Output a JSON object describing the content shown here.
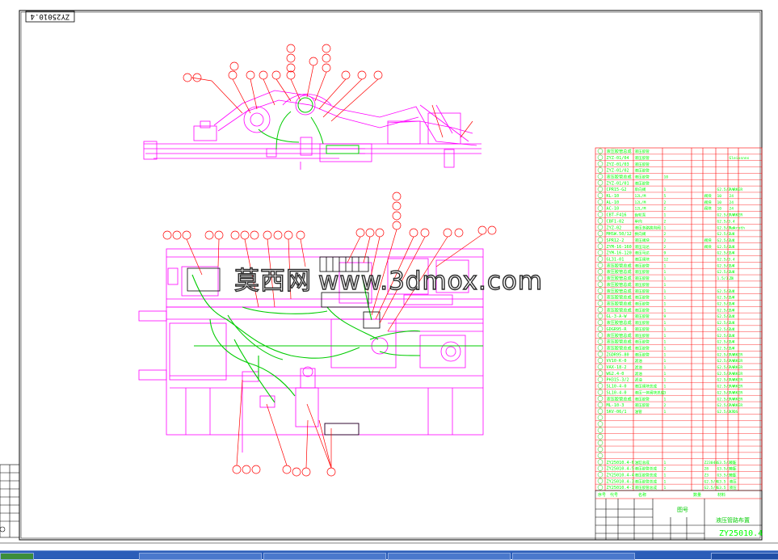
{
  "drawing": {
    "number_top": "ZY25010.4",
    "number_bottom": "ZY25010.4",
    "title_block_label": "图号",
    "title_block_name": "液压管路布置",
    "bottom_col_labels": [
      "序号",
      "代号",
      "名称",
      "数量",
      "材料"
    ]
  },
  "watermark": {
    "cn": "莫西网",
    "url": "www.3dmox.com"
  },
  "colors": {
    "outline": "#ff00ff",
    "text": "#00ff00",
    "table": "#ff0000",
    "callout": "#ff0000",
    "hose": "#00cc00",
    "background": "#ffffff"
  },
  "parts_table": {
    "rows": [
      [
        "28",
        "液压胶管总成",
        "液压胶管",
        "",
        "",
        "",
        "",
        ""
      ],
      [
        "27",
        "ZYZ-01/04",
        "液压胶管",
        "",
        "",
        "",
        "",
        "Gleixsnns"
      ],
      [
        "26",
        "ZYZ-01/03",
        "液压胶管",
        "",
        "",
        "",
        "",
        ""
      ],
      [
        "25",
        "ZYZ-01/02",
        "液压胶管",
        "",
        "",
        "",
        "",
        ""
      ],
      [
        "24",
        "液压胶管总成",
        "液压胶管",
        "10",
        "",
        "",
        "",
        ""
      ],
      [
        "23",
        "ZYZ-01/01",
        "液压胶管",
        "",
        "",
        "",
        "",
        ""
      ],
      [
        "22",
        "CPR15-G2",
        "单向阀",
        "1",
        "",
        "",
        "G2.5/3.4",
        "PARKER"
      ],
      [
        "21",
        "KL-10",
        "12L/M",
        "5",
        "",
        "阀块",
        "10",
        "24"
      ],
      [
        "20",
        "AL-10",
        "12L/M",
        "2",
        "",
        "阀块",
        "10",
        "24"
      ],
      [
        "19",
        "AC-10",
        "12L/M",
        "2",
        "",
        "阀块",
        "10",
        "24"
      ],
      [
        "18",
        "CBT-F416",
        "齿轮泵",
        "1",
        "",
        "",
        "G2.5/3.4",
        "PARKER"
      ],
      [
        "17",
        "CBF1-02",
        "单向",
        "2",
        "",
        "",
        "G2.5/3.4",
        ""
      ],
      [
        "16",
        "ZYZ-02",
        "液压多路换向阀",
        "1",
        "",
        "",
        "G2.5/3.4",
        "Rexroth"
      ],
      [
        "15",
        "MHSW.50/12",
        "换向阀",
        "2",
        "",
        "",
        "G2.5/3.4",
        "24"
      ],
      [
        "14",
        "SPR12-2",
        "液压阀块",
        "2",
        "",
        "阀块",
        "G2.5/3.4",
        "24"
      ],
      [
        "13",
        "ZYM-16-160",
        "液压马达",
        "2",
        "",
        "阀块",
        "G2.5/3.4",
        "24"
      ],
      [
        "12",
        "ZYM-16-120",
        "液压马达",
        "9",
        "",
        "",
        "G2.5/3.4",
        "24"
      ],
      [
        "11",
        "GL31-01",
        "液压阀块",
        "12",
        "",
        "",
        "G2.5/3.4",
        ""
      ],
      [
        "10",
        "液压胶管总成",
        "液压胶管",
        "1",
        "",
        "",
        "G2.5/3.4",
        "24"
      ],
      [
        "9",
        "液压胶管总成",
        "液压胶管",
        "1",
        "",
        "",
        "G2.5/3.4",
        "24"
      ],
      [
        "8",
        "液压胶管总成",
        "液压胶管",
        "1",
        "",
        "",
        "1.5/1.5",
        "24"
      ],
      [
        "7",
        "液压胶管总成",
        "液压胶管",
        "1",
        "",
        "",
        "",
        ""
      ],
      [
        "6",
        "液压胶管总成",
        "液压胶管",
        "1",
        "",
        "",
        "G2.5/3.4",
        "24"
      ],
      [
        "5",
        "液压胶管总成",
        "液压胶管",
        "1",
        "",
        "",
        "G2.5/3.4",
        "24"
      ],
      [
        "4",
        "液压胶管总成",
        "液压胶管",
        "1",
        "",
        "",
        "G2.5/3.4",
        "24"
      ],
      [
        "3",
        "液压胶管总成",
        "液压胶管",
        "1",
        "",
        "",
        "G2.5/3.4",
        "24"
      ],
      [
        "2",
        "GL-3-A-W",
        "液压胶管",
        "9",
        "",
        "",
        "G2.5/3.4",
        "24"
      ],
      [
        "1",
        "液压胶管总成",
        "液压胶管",
        "1",
        "",
        "",
        "G2.5/3.4",
        "24"
      ],
      [
        "29",
        "GDGR95-R",
        "液压胶管",
        "1",
        "",
        "",
        "G2.5/3.4",
        "24"
      ],
      [
        "30",
        "液压胶管总成",
        "液压胶管",
        "1",
        "",
        "",
        "G2.5/3.4",
        "24"
      ],
      [
        "31",
        "液压胶管总成",
        "液压胶管",
        "1",
        "",
        "",
        "G2.5/3.4",
        "24"
      ],
      [
        "32",
        "液压胶管总成",
        "液压胶管",
        "1",
        "",
        "",
        "G2.5/3.4",
        "24"
      ],
      [
        "33",
        "ZGDR95-80",
        "液压胶管",
        "1",
        "",
        "",
        "G2.5/3.4",
        "PARKER"
      ],
      [
        "34",
        "VV10-K-0",
        "滤油",
        "1",
        "",
        "",
        "G2.5/3.4",
        "PARKER"
      ],
      [
        "35",
        "VAX-18-2",
        "滤油",
        "1",
        "",
        "",
        "G2.5/3.4",
        "PARKER"
      ],
      [
        "36",
        "WG2.4-0",
        "滤油",
        "1",
        "",
        "",
        "G2.5/3.4",
        "PARKER"
      ],
      [
        "37",
        "PH315-3/2",
        "滤油",
        "1",
        "",
        "",
        "G2.5/3.4",
        "PARKER"
      ],
      [
        "38",
        "SL10-4-0",
        "液压阀块总成",
        "1",
        "",
        "",
        "G2.5/3.4",
        "PARKER"
      ],
      [
        "39",
        "SL10-4-0",
        "液压一体阀块总成",
        "3",
        "",
        "",
        "G2.5/3.4",
        "PARKER"
      ],
      [
        "40",
        "液压胶管总成",
        "液压胶管",
        "1",
        "",
        "",
        "G2.5/3.4",
        "PARKER"
      ],
      [
        "41",
        "ML-10-3",
        "液压胶管",
        "2",
        "",
        "",
        "G2.5/3.4",
        "PARKER"
      ],
      [
        "42",
        "SKV-06/1",
        "油管",
        "1",
        "",
        "",
        "G2.5/3.4",
        "ATOS"
      ],
      [
        "43",
        "",
        "",
        "",
        "",
        "",
        "",
        ""
      ],
      [
        "44",
        "",
        "",
        "",
        "",
        "",
        "",
        ""
      ],
      [
        "45",
        "",
        "",
        "",
        "",
        "",
        "",
        ""
      ],
      [
        "46",
        "",
        "",
        "",
        "",
        "",
        "",
        ""
      ],
      [
        "47",
        "",
        "",
        "",
        "",
        "",
        "",
        ""
      ],
      [
        "48",
        "",
        "",
        "",
        "",
        "",
        "",
        ""
      ],
      [
        "49",
        "",
        "",
        "",
        "",
        "",
        "",
        ""
      ],
      [
        "5",
        "ZY25010.4-6",
        "油缸总成",
        "1",
        "",
        "Z23040",
        "G3.5/3.1",
        "液压"
      ],
      [
        "4",
        "ZY25010.4-5",
        "液压胶管总成",
        "2",
        "",
        "28",
        "G3.5/3.1",
        "液压"
      ],
      [
        "3",
        "ZY25010.4-4",
        "液压胶管总成",
        "1",
        "",
        "Z3",
        "G3.5/3.1",
        "液压"
      ],
      [
        "2",
        "ZY25010.4-3",
        "液压胶管总成",
        "1",
        "",
        "G2.5/4",
        "G3.5",
        "液压"
      ],
      [
        "1",
        "ZY25010.4-1",
        "液压胶管总成",
        "1",
        "",
        "G2.5/4",
        "G3.5",
        "液压"
      ]
    ]
  }
}
